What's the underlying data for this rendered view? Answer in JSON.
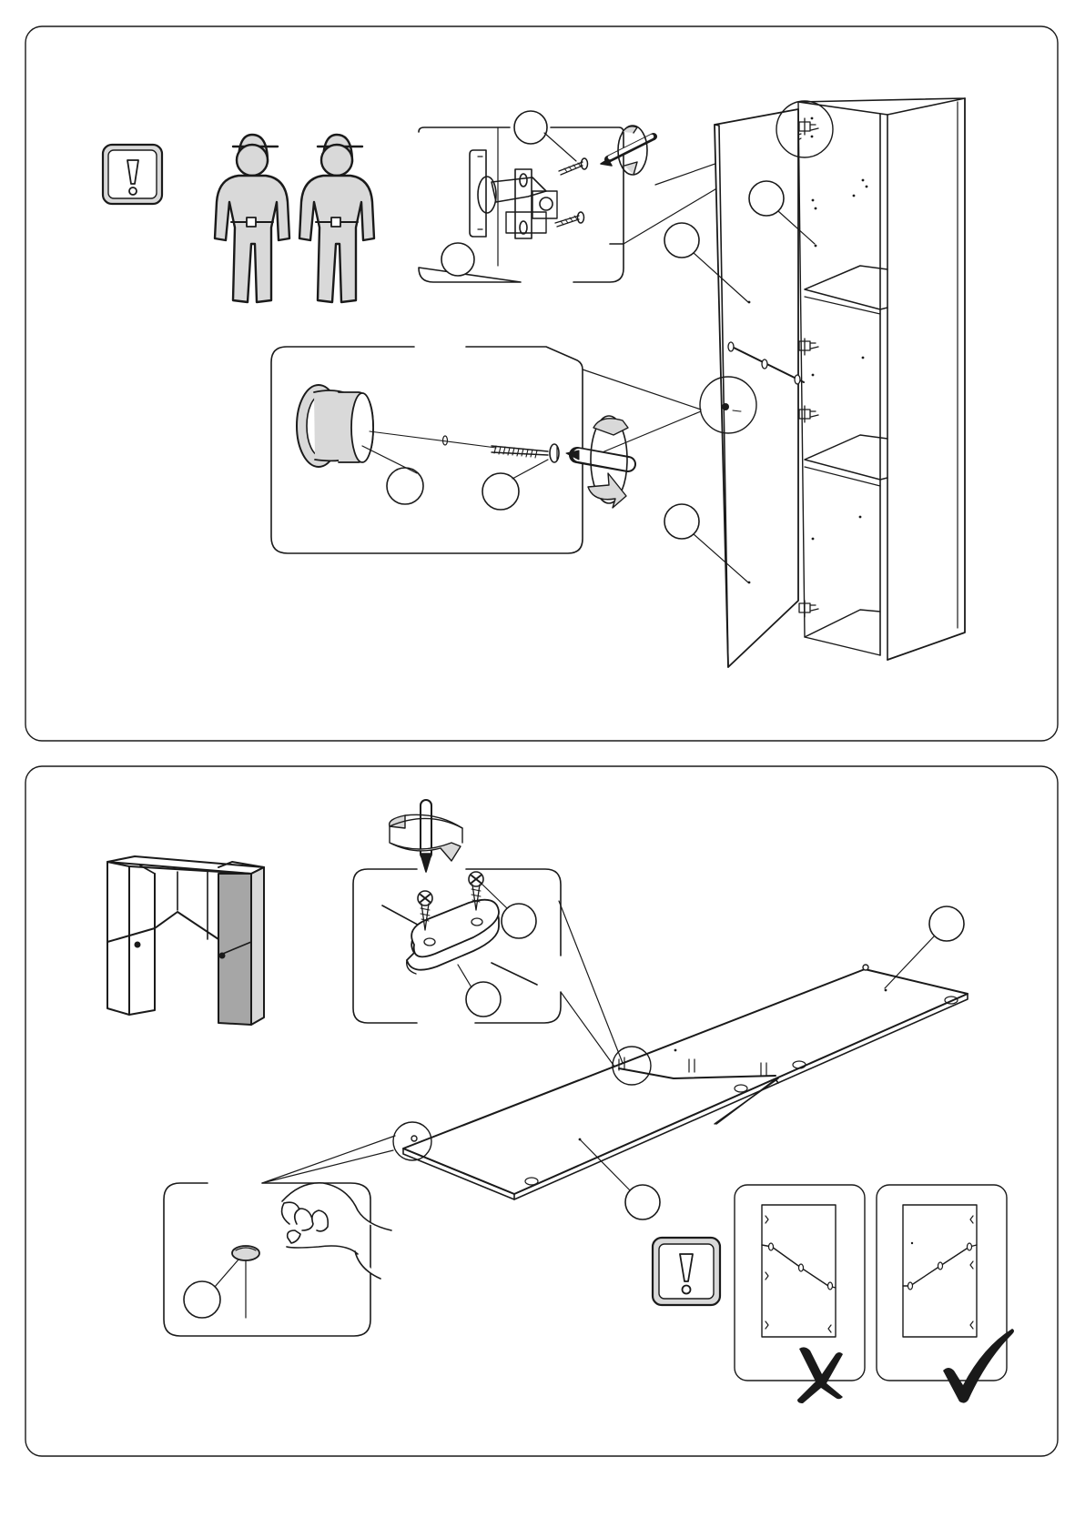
{
  "page": {
    "background": "#ffffff",
    "ink": "#1a1a1a",
    "part_fill": "#d9d9d9",
    "highlight_fill": "#a6a6a6"
  },
  "icons": {
    "warning": "exclamation-mark-icon",
    "workers": "two-person-icon",
    "wrong": "cross-mark-icon",
    "correct": "check-mark-icon",
    "rotate": "rotate-arrow-icon"
  },
  "panels": [
    {
      "id": "step-top",
      "content": [
        "two-people-required",
        "hinge-detail",
        "knob-detail",
        "tall-cabinet-with-door"
      ]
    },
    {
      "id": "step-bottom",
      "content": [
        "cabinet-overview",
        "connector-plate-detail",
        "door-panel-assembly",
        "cap-detail",
        "orientation-check"
      ]
    }
  ],
  "orientation_check": {
    "wrong": "wrong-orientation",
    "correct": "correct-orientation"
  }
}
